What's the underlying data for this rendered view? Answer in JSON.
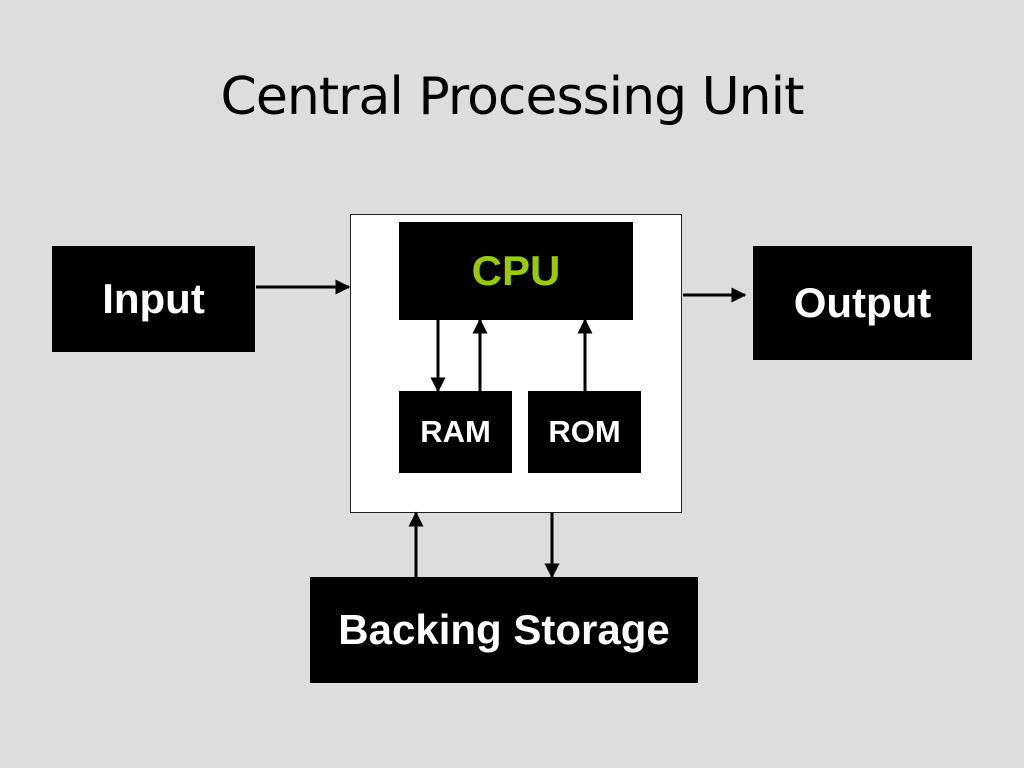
{
  "title": "Central Processing Unit",
  "colors": {
    "background": "#dddddd",
    "box": "#000000",
    "box_text": "#ffffff",
    "cpu_text": "#99cc00",
    "container": "#ffffff"
  },
  "nodes": {
    "input": "Input",
    "output": "Output",
    "cpu": "CPU",
    "ram": "RAM",
    "rom": "ROM",
    "storage": "Backing Storage"
  },
  "edges": [
    {
      "from": "input",
      "to": "processing-unit"
    },
    {
      "from": "processing-unit",
      "to": "output"
    },
    {
      "from": "cpu",
      "to": "ram"
    },
    {
      "from": "ram",
      "to": "cpu"
    },
    {
      "from": "rom",
      "to": "cpu"
    },
    {
      "from": "storage",
      "to": "processing-unit"
    },
    {
      "from": "processing-unit",
      "to": "storage"
    }
  ]
}
